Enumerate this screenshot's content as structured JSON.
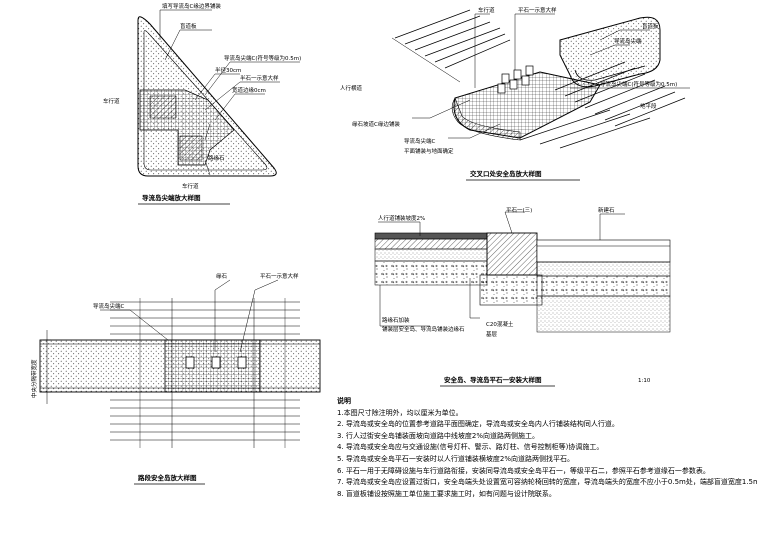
{
  "titles": {
    "island_end": "导流岛尖端放大样图",
    "crossing": "交叉口处安全岛放大样图",
    "road_island": "路段安全岛放大样图",
    "curb_section": "安全岛、导流岛平石一安装大样图",
    "curb_section_scale": "1:10"
  },
  "labels": {
    "a1": "填写导流岛C缘边界铺装",
    "a2": "盲道板",
    "a3": "导流岛尖端C(符号等级为0.5m)",
    "a4": "半径30cm",
    "a5": "半石一示意大样",
    "a6": "宽道边缘0cm",
    "a7": "车行道",
    "a8": "路缘石",
    "a9": "车行道",
    "b1": "车行道",
    "b2": "平石一示意大样",
    "b3": "盲道板",
    "b4": "导流岛尖端",
    "b5": "导流岛尖端C(符号等级为0.5m)",
    "b6": "人行横道",
    "b7": "地平段",
    "b8": "缘石坡道C缘边铺装",
    "b9": "导流岛尖端C",
    "b10": "平面铺装与地面确定",
    "c1": "缘石",
    "c2": "平石一示意大样",
    "c3": "导流岛尖端C",
    "c4": "中央分隔带宽度",
    "d1": "人行道铺装坡度2%",
    "d2": "平石一(三)",
    "d3": "新建石",
    "d4": "路缘石加装",
    "d5": "铺装层安全岛、导流岛铺装边缘石",
    "d6": "C20混凝土",
    "d7": "基层"
  },
  "notes": {
    "heading": "说明",
    "items": [
      "1.本图尺寸除注明外，均以厘米为单位。",
      "2. 导流岛或安全岛的位置参考道路平面图确定，导流岛或安全岛内人行铺装结构同人行道。",
      "3. 行人过街安全岛铺装面坡向道路中线坡度2%向道路两侧施工。",
      "4. 导流岛或安全岛应与交通设施(信号灯杆、警示、路灯柱、信号控制柜等)协调施工。",
      "5. 导流岛或安全岛平石一安装时以人行道铺装横坡度2%向道路两侧找平石。",
      "6. 平石一用于无障碍设施与车行道路衔接，安装同导流岛或安全岛平石一，等级平石二，参照平石参考道缘石一参数表。",
      "7. 导流岛或安全岛应设置过街口，安全岛端头处设置宽可容纳轮椅回转的宽度，导流岛端头的宽度不应小于0.5m处，端部盲道宽度1.5m。",
      "8. 盲道板铺设按照施工单位施工要求施工时，如有问题与设计院联系。"
    ]
  }
}
